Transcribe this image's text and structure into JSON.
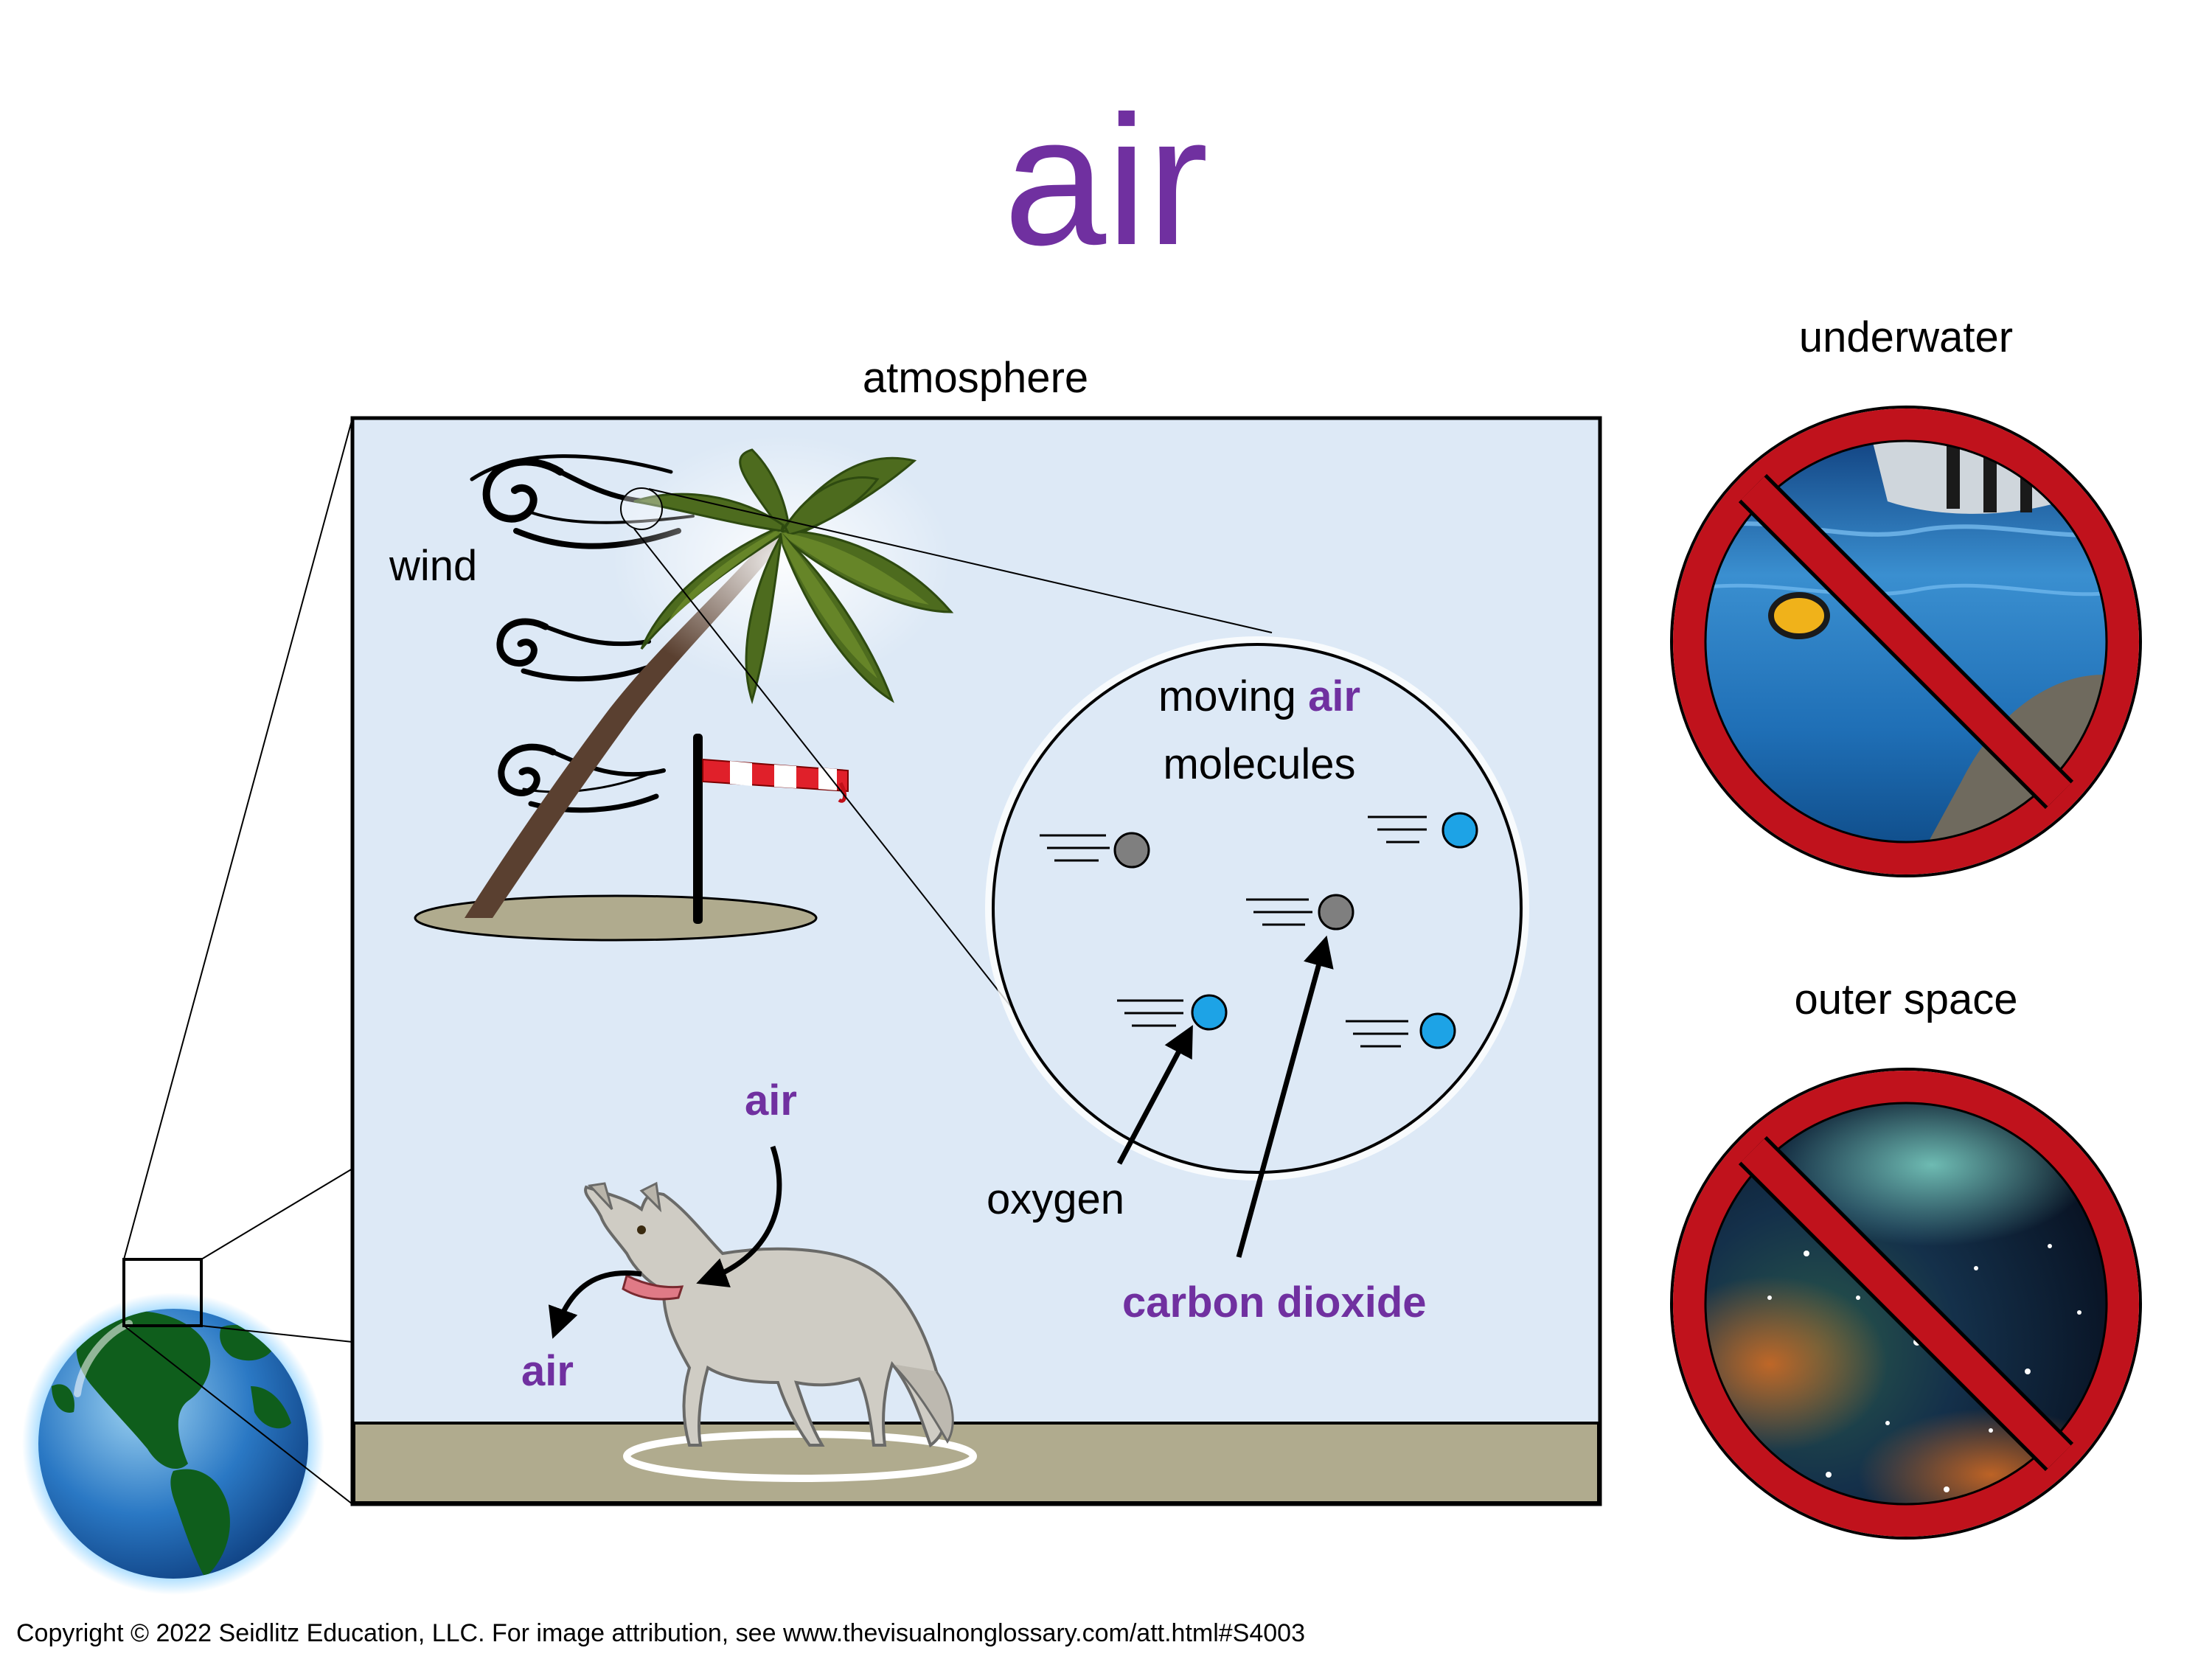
{
  "title": "air",
  "sections": {
    "atmosphere": "atmosphere",
    "underwater": "underwater",
    "outer_space": "outer space"
  },
  "labels": {
    "wind": "wind",
    "moving": "moving",
    "air_word": "air",
    "molecules": "molecules",
    "oxygen": "oxygen",
    "carbon_dioxide": "carbon dioxide",
    "air_in": "air",
    "air_out": "air"
  },
  "footer": {
    "copyright": "Copyright © 2022 Seidlitz Education, LLC.  For image attribution, see www.thevisualnonglossary.com/att.html#S4003"
  },
  "colors": {
    "purple_accent": "#7030a0",
    "sky": "#dde9f6",
    "ground": "#b0ab8e",
    "prohibition_red": "#c0121c",
    "oxygen_molecule": "#1da3e6",
    "carbon_dioxide_molecule": "#7f7f7f"
  }
}
